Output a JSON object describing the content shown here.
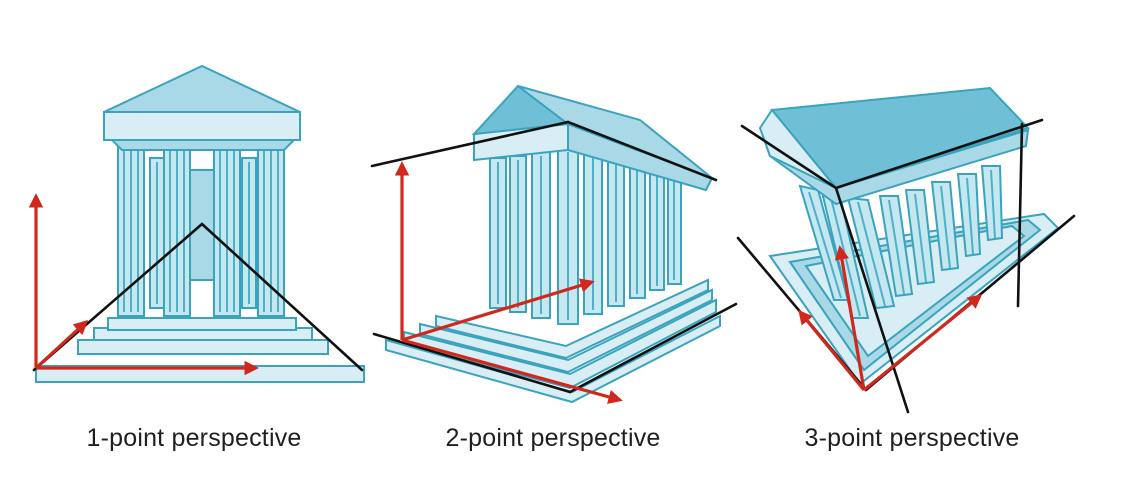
{
  "diagrams": [
    {
      "caption": "1-point perspective",
      "illustration": "temple-one-point"
    },
    {
      "caption": "2-point perspective",
      "illustration": "temple-two-point"
    },
    {
      "caption": "3-point perspective",
      "illustration": "temple-three-point"
    }
  ],
  "colors": {
    "temple_fill_light": "#d8eef4",
    "temple_fill_mid": "#a9d9e6",
    "temple_fill_dark": "#6fc0d6",
    "temple_outline": "#3aa3bd",
    "guide_lines": "#111111",
    "axis_arrows": "#d0281c"
  }
}
